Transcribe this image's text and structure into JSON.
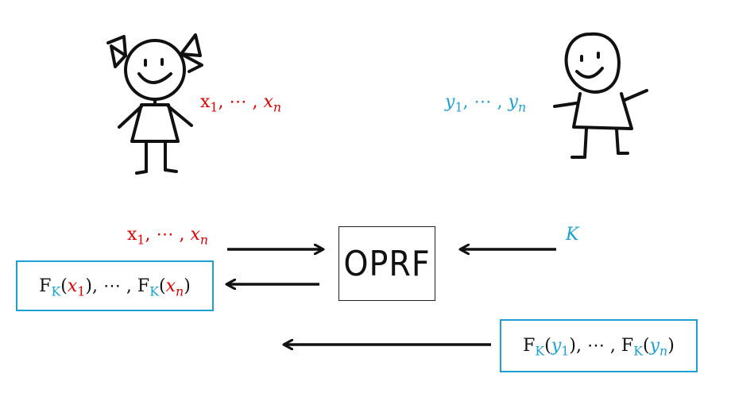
{
  "alice": {
    "inputs": {
      "base": "x",
      "sub_first": "1",
      "ellipsis": "⋯",
      "sub_last": "n"
    }
  },
  "bob": {
    "inputs": {
      "base": "y",
      "sub_first": "1",
      "ellipsis": "⋯",
      "sub_last": "n"
    }
  },
  "protocol": {
    "oprf_label": "OPRF",
    "alice_send": {
      "base": "x",
      "sub_first": "1",
      "ellipsis": "⋯",
      "sub_last": "n"
    },
    "bob_send_key": "K",
    "alice_receive": {
      "func": "F",
      "key": "K",
      "arg": "x",
      "sub_first": "1",
      "ellipsis": "⋯",
      "sub_last": "n"
    },
    "bob_output": {
      "func": "F",
      "key": "K",
      "arg": "y",
      "sub_first": "1",
      "ellipsis": "⋯",
      "sub_last": "n"
    }
  },
  "colors": {
    "alice": "#e00000",
    "bob": "#1ea0d4",
    "box_blue": "#1ea0d4",
    "arrow": "#111111"
  },
  "icons": {
    "alice_figure": "stick-figure-girl-icon",
    "bob_figure": "stick-figure-boy-icon"
  }
}
